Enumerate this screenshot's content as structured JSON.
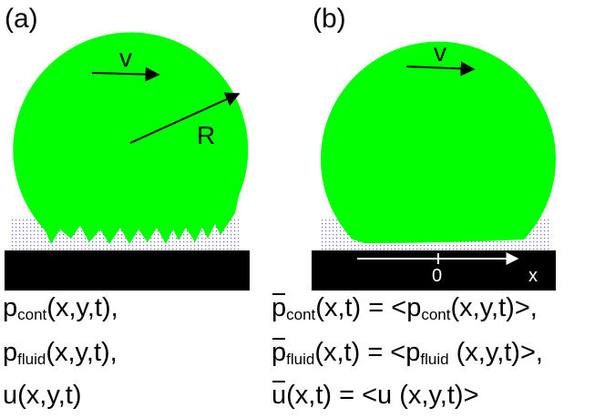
{
  "panels": {
    "a": {
      "label": "(a)",
      "velocity_label": "v",
      "radius_label": "R"
    },
    "b": {
      "label": "(b)",
      "velocity_label": "v",
      "axis_zero": "0",
      "axis_label": "x"
    }
  },
  "equations": {
    "a": [
      {
        "sym": "p",
        "sub": "cont",
        "rest": "(x,y,t),",
        "bar": false
      },
      {
        "sym": "p",
        "sub": "fluid",
        "rest": "(x,y,t),",
        "bar": false
      },
      {
        "sym": "u",
        "sub": "",
        "rest": "(x,y,t)",
        "bar": false
      }
    ],
    "b": [
      {
        "sym": "p",
        "sub": "cont",
        "rest": "(x,t) = <",
        "sym2": "p",
        "sub2": "cont",
        "rest2": "(x,y,t)>,",
        "bar": true
      },
      {
        "sym": "p",
        "sub": "fluid",
        "rest": "(x,t) = <",
        "sym2": "p",
        "sub2": "fluid",
        "rest2": " (x,y,t)>,",
        "bar": true
      },
      {
        "sym": "u",
        "sub": "",
        "rest": "(x,t) = <u (x,y,t)>",
        "bar": true
      }
    ]
  },
  "colors": {
    "sphere": "#00ff00",
    "substrate": "#000000",
    "fluid_dots": "#6666bb",
    "background": "#ffffff"
  }
}
